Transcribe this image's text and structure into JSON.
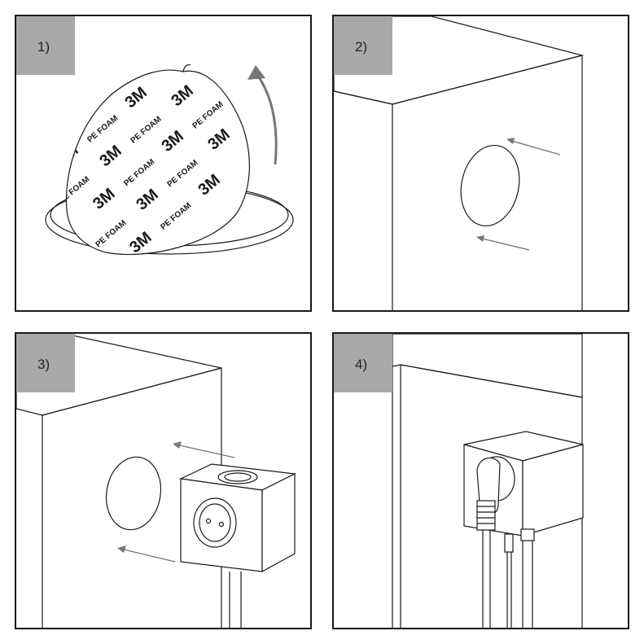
{
  "steps": [
    {
      "label": "1)"
    },
    {
      "label": "2)"
    },
    {
      "label": "3)"
    },
    {
      "label": "4)"
    }
  ],
  "foam_pad": {
    "brand": "3M",
    "material": "PE FOAM"
  },
  "colors": {
    "label_bg": "#a9a9a9",
    "line": "#1a1a1a",
    "arrow": "#777777",
    "background": "#ffffff"
  }
}
